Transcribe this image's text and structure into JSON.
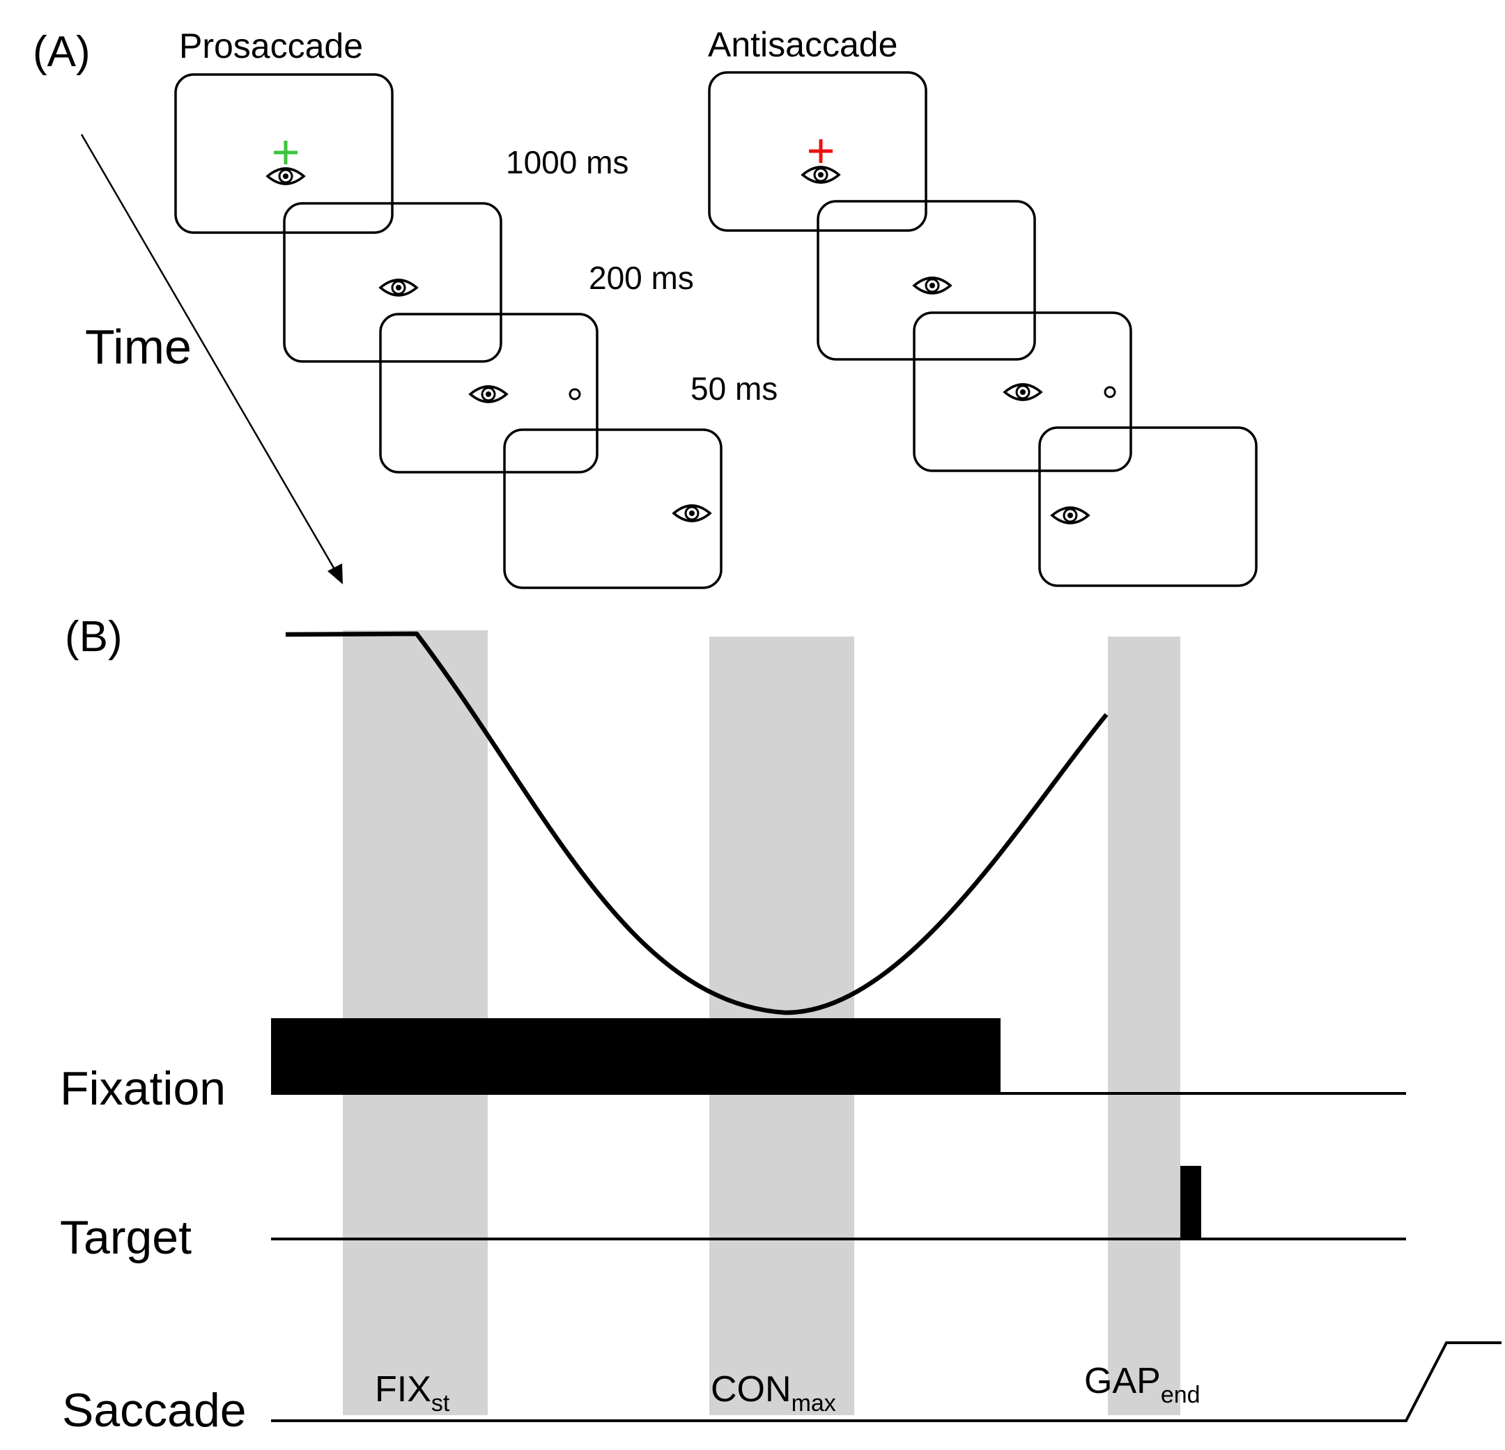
{
  "panel_a": {
    "label": "(A)",
    "prosaccade_title": "Prosaccade",
    "antisaccade_title": "Antisaccade",
    "time_label": "Time",
    "durations": [
      "1000 ms",
      "200 ms",
      "50 ms"
    ],
    "colors": {
      "prosaccade_cross": "#3cc43c",
      "antisaccade_cross": "#ee1111"
    },
    "icons": [
      "eye-icon",
      "fixation-cross-icon",
      "target-dot-icon",
      "time-arrow-icon"
    ]
  },
  "panel_b": {
    "label": "(B)",
    "rows": {
      "fixation": "Fixation",
      "target": "Target",
      "saccade": "Saccade"
    },
    "events": {
      "fix_start": {
        "main": "FIX",
        "sub": "st"
      },
      "con_max": {
        "main": "CON",
        "sub": "max"
      },
      "gap_end": {
        "main": "GAP",
        "sub": "end"
      }
    },
    "colors": {
      "shading": "#d3d3d3",
      "trace": "#000000"
    }
  }
}
